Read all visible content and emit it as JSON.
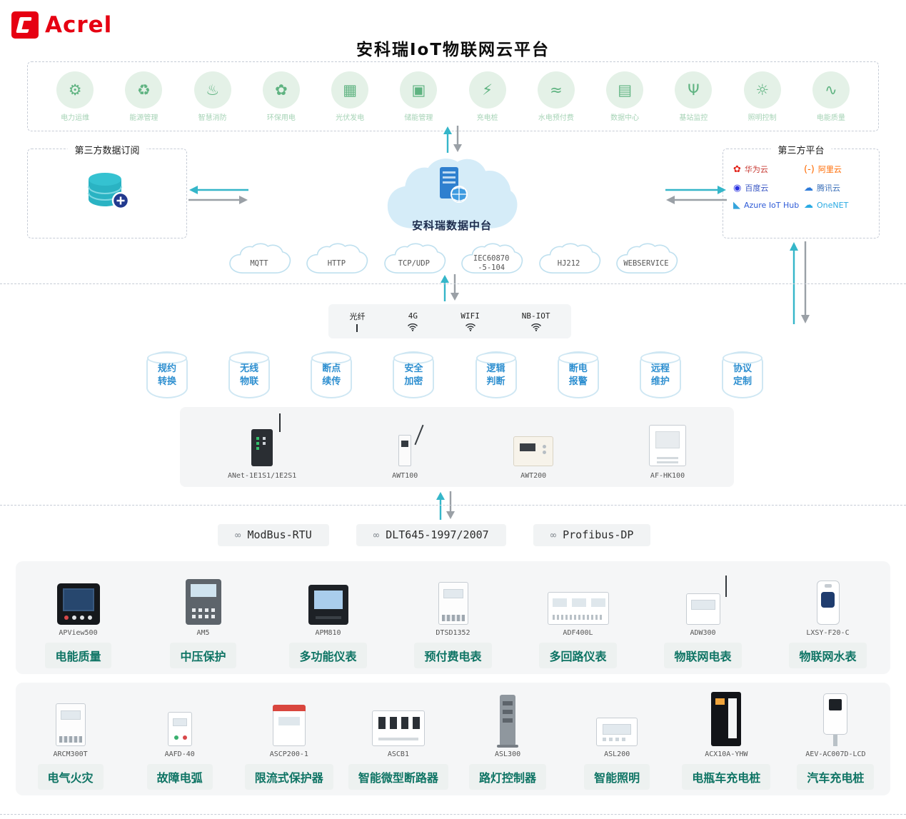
{
  "brand": {
    "name": "Acrel"
  },
  "title": "安科瑞IoT物联网云平台",
  "icons": {
    "link": "∞"
  },
  "colors": {
    "brand_red": "#e60012",
    "arrow_teal": "#35b6c9",
    "arrow_gray": "#9aa0a6",
    "app_icon_green": "#5fb381",
    "capability_blue": "#2e8fd0",
    "badge_green": "#0e7464"
  },
  "app_icons": [
    {
      "label": "电力运维",
      "glyph": "⚙"
    },
    {
      "label": "能源管理",
      "glyph": "♻"
    },
    {
      "label": "智慧消防",
      "glyph": "♨"
    },
    {
      "label": "环保用电",
      "glyph": "✿"
    },
    {
      "label": "光伏发电",
      "glyph": "▦"
    },
    {
      "label": "储能管理",
      "glyph": "▣"
    },
    {
      "label": "充电桩",
      "glyph": "⚡"
    },
    {
      "label": "水电预付费",
      "glyph": "≈"
    },
    {
      "label": "数据中心",
      "glyph": "▤"
    },
    {
      "label": "基站监控",
      "glyph": "Ψ"
    },
    {
      "label": "照明控制",
      "glyph": "☼"
    },
    {
      "label": "电能质量",
      "glyph": "∿"
    }
  ],
  "left_box": {
    "title": "第三方数据订阅"
  },
  "center_cloud": {
    "label": "安科瑞数据中台"
  },
  "right_box": {
    "title": "第三方平台"
  },
  "providers": [
    {
      "name": "华为云",
      "glyph": "✿",
      "glyph_color": "#e2231a",
      "name_color": "#c83c35"
    },
    {
      "name": "阿里云",
      "glyph": "(-)",
      "glyph_color": "#ff6a00",
      "name_color": "#ff6a00"
    },
    {
      "name": "百度云",
      "glyph": "◉",
      "glyph_color": "#2932e1",
      "name_color": "#3a57c4"
    },
    {
      "name": "腾讯云",
      "glyph": "☁",
      "glyph_color": "#2f7bd9",
      "name_color": "#3a6fb8"
    },
    {
      "name": "Azure IoT Hub",
      "glyph": "◣",
      "glyph_color": "#35a4dc",
      "name_color": "#2e5bd7"
    },
    {
      "name": "OneNET",
      "glyph": "☁",
      "glyph_color": "#29aae3",
      "name_color": "#29aae3"
    }
  ],
  "protocol_clouds": [
    {
      "line1": "MQTT"
    },
    {
      "line1": "HTTP"
    },
    {
      "line1": "TCP/UDP"
    },
    {
      "line1": "IEC60870",
      "line2": "-5-104"
    },
    {
      "line1": "HJ212"
    },
    {
      "line1": "WEBSERVICE"
    }
  ],
  "connectivity": [
    {
      "label": "光纤",
      "icon": "fiber"
    },
    {
      "label": "4G",
      "icon": "wifi"
    },
    {
      "label": "WIFI",
      "icon": "wifi"
    },
    {
      "label": "NB-IOT",
      "icon": "wifi"
    }
  ],
  "capabilities": [
    {
      "line1": "规约",
      "line2": "转换"
    },
    {
      "line1": "无线",
      "line2": "物联"
    },
    {
      "line1": "断点",
      "line2": "续传"
    },
    {
      "line1": "安全",
      "line2": "加密"
    },
    {
      "line1": "逻辑",
      "line2": "判断"
    },
    {
      "line1": "断电",
      "line2": "报警"
    },
    {
      "line1": "远程",
      "line2": "维护"
    },
    {
      "line1": "协议",
      "line2": "定制"
    }
  ],
  "gateways": [
    {
      "name": "ANet-1E1S1/1E2S1",
      "type": "g-anet"
    },
    {
      "name": "AWT100",
      "type": "g-awt100"
    },
    {
      "name": "AWT200",
      "type": "g-awt200"
    },
    {
      "name": "AF-HK100",
      "type": "g-afhk"
    }
  ],
  "bus_protocols": [
    {
      "label": "ModBus-RTU"
    },
    {
      "label": "DLT645-1997/2007"
    },
    {
      "label": "Profibus-DP"
    }
  ],
  "products_row1": [
    {
      "name": "APView500",
      "label": "电能质量",
      "type": "dev-apview"
    },
    {
      "name": "AM5",
      "label": "中压保护",
      "type": "dev-am5"
    },
    {
      "name": "APM810",
      "label": "多功能仪表",
      "type": "dev-apm810"
    },
    {
      "name": "DTSD1352",
      "label": "预付费电表",
      "type": "dev-dtsd"
    },
    {
      "name": "ADF400L",
      "label": "多回路仪表",
      "type": "dev-adf"
    },
    {
      "name": "ADW300",
      "label": "物联网电表",
      "type": "dev-adw"
    },
    {
      "name": "LXSY-F20-C",
      "label": "物联网水表",
      "type": "dev-water"
    }
  ],
  "products_row2": [
    {
      "name": "ARCM300T",
      "label": "电气火灾",
      "type": "dev-arcm"
    },
    {
      "name": "AAFD-40",
      "label": "故障电弧",
      "type": "dev-aafd"
    },
    {
      "name": "ASCP200-1",
      "label": "限流式保护器",
      "type": "dev-ascp"
    },
    {
      "name": "ASCB1",
      "label": "智能微型断路器",
      "type": "dev-ascb"
    },
    {
      "name": "ASL300",
      "label": "路灯控制器",
      "type": "dev-asl300"
    },
    {
      "name": "ASL200",
      "label": "智能照明",
      "type": "dev-asl200"
    },
    {
      "name": "ACX10A-YHW",
      "label": "电瓶车充电桩",
      "type": "dev-acx"
    },
    {
      "name": "AEV-AC007D-LCD",
      "label": "汽车充电桩",
      "type": "dev-aev"
    }
  ]
}
